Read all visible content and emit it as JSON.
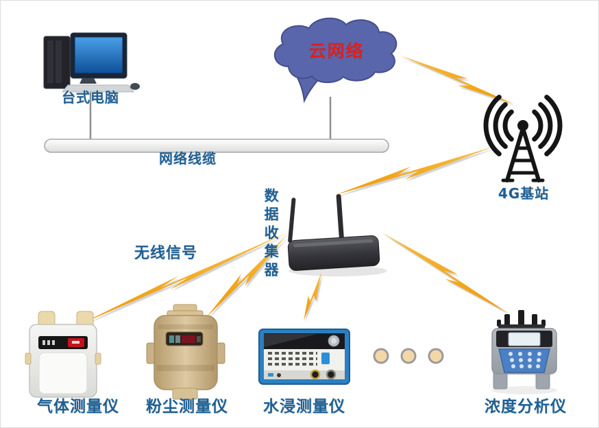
{
  "diagram": {
    "type": "iot-network-topology",
    "labels": {
      "desktop": "台式电脑",
      "cloud": "云网络",
      "network_cable": "网络线缆",
      "base_station": "4G基站",
      "data_collector": "数据收集器",
      "wireless_signal": "无线信号",
      "device_gas": "气体测量仪",
      "device_dust": "粉尘测量仪",
      "device_water": "水浸测量仪",
      "device_analyzer": "浓度分析仪"
    },
    "ellipsis": {
      "count": 3
    },
    "colors": {
      "label_text": "#1e5f93",
      "cloud_label_text": "#dd1f1f",
      "cloud_fill": "#5a66ac",
      "cloud_stroke": "#434e8a",
      "lightning": "#f6a51e",
      "cable_line": "#8f8f8f"
    },
    "edges": [
      {
        "from": "desktop",
        "to": "network_cable",
        "style": "line"
      },
      {
        "from": "cloud",
        "to": "network_cable",
        "style": "line"
      },
      {
        "from": "cloud",
        "to": "base_station",
        "style": "lightning"
      },
      {
        "from": "base_station",
        "to": "data_collector",
        "style": "lightning"
      },
      {
        "from": "data_collector",
        "to": "device_gas",
        "style": "lightning"
      },
      {
        "from": "data_collector",
        "to": "device_dust",
        "style": "lightning"
      },
      {
        "from": "data_collector",
        "to": "device_water",
        "style": "lightning"
      },
      {
        "from": "data_collector",
        "to": "device_analyzer",
        "style": "lightning"
      }
    ]
  }
}
